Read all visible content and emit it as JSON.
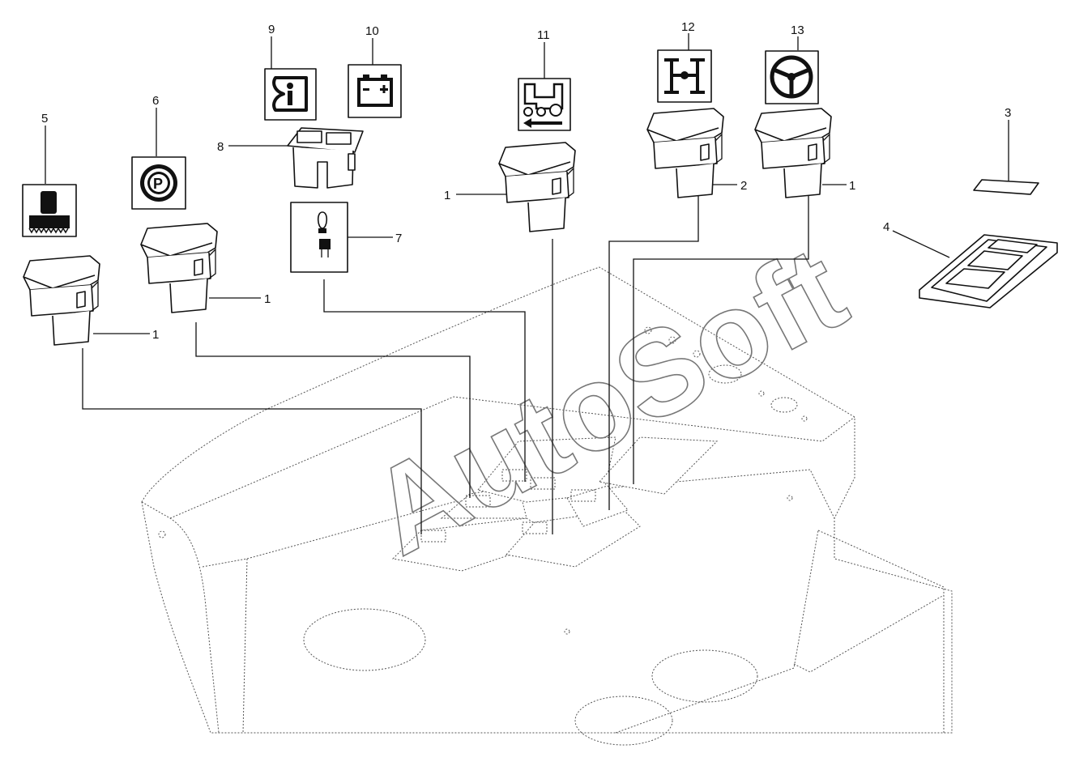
{
  "watermark": "AutoSoft",
  "callouts": {
    "c1a": "1",
    "c1b": "1",
    "c1c": "1",
    "c1d": "1",
    "c2": "2",
    "c3": "3",
    "c4": "4",
    "c5": "5",
    "c6": "6",
    "c7": "7",
    "c8": "8",
    "c9": "9",
    "c10": "10",
    "c11": "11",
    "c12": "12",
    "c13": "13"
  },
  "icons": {
    "i5": "cultivator-implement-icon",
    "i6": "parking-brake-icon",
    "i7": "lamp-relay-icon",
    "i9": "warning-indicator-icon",
    "i10": "battery-icon",
    "i11": "tractor-reverse-icon",
    "i12": "four-wheel-drive-icon",
    "i13": "steering-wheel-icon"
  }
}
